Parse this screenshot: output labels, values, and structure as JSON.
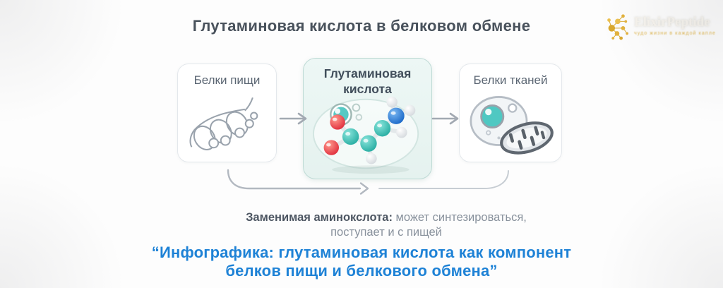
{
  "title": "Глутаминовая кислота в белковом обмене",
  "logo": {
    "brand": "ElixirPeptide",
    "tagline": "чудо жизни в каждой капле",
    "icon": "molecule-cluster-icon",
    "accent_color": "#dfae33"
  },
  "flow": {
    "boxes": [
      {
        "label": "Белки пищи",
        "icon": "protein-helix-icon"
      },
      {
        "label": "Глутаминовая кислота",
        "icon": "glutamic-acid-molecule-icon"
      },
      {
        "label": "Белки тканей",
        "icon": "cell-mitochondrion-icon"
      }
    ],
    "arrows": [
      "forward-arrow",
      "forward-arrow",
      "return-arrow"
    ]
  },
  "note": {
    "bold_part": "Заменимая аминокслота:",
    "regular_part": " может синтезироваться,",
    "line2": "поступает и с пищей"
  },
  "caption": {
    "line1": "“Инфографика: глутаминовая кислота как компонент",
    "line2": "белков пищи и белкового обмена”"
  },
  "colors": {
    "caption_blue": "#1e82d6",
    "title_text": "#49525c",
    "box_border": "#e4e8ec",
    "highlight_box_bg": "#e9f5f2",
    "highlight_box_border": "#bedad5",
    "arrow_gray": "#a2a9b2",
    "teal_accent": "#57c9c4",
    "oxygen_red": "#e63946",
    "carbon_teal": "#2bb3a8",
    "nitrogen_blue": "#1d6fd0"
  }
}
